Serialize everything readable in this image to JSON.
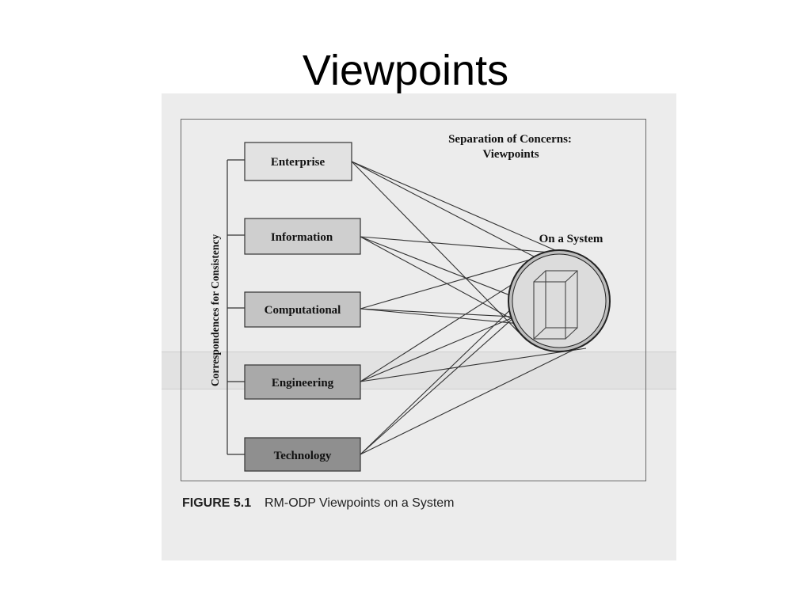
{
  "slide": {
    "title": "Viewpoints"
  },
  "diagram": {
    "heading_line1": "Separation of Concerns:",
    "heading_line2": "Viewpoints",
    "system_label": "On a System",
    "side_label": "Correspondences for Consistency",
    "viewpoints": [
      {
        "label": "Enterprise",
        "fill": "#e2e2e2"
      },
      {
        "label": "Information",
        "fill": "#cfcfcf"
      },
      {
        "label": "Computational",
        "fill": "#c4c4c4"
      },
      {
        "label": "Engineering",
        "fill": "#a9a9a9"
      },
      {
        "label": "Technology",
        "fill": "#8f8f8f"
      }
    ],
    "colors": {
      "frame": "#6a6a6a",
      "lines": "#333333",
      "system_fill": "#dcdcdc"
    }
  },
  "caption": {
    "number": "FIGURE 5.1",
    "text": "RM-ODP Viewpoints on a System"
  }
}
